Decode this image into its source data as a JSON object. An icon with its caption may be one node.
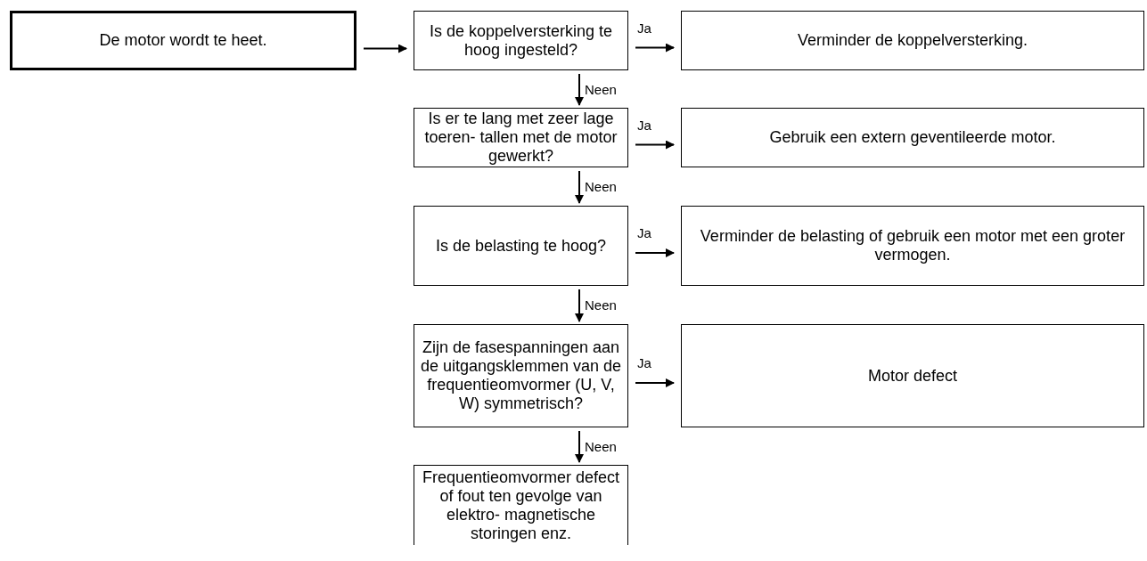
{
  "diagram": {
    "nodes": [
      {
        "text": [
          "De motor wordt te heet."
        ]
      },
      {
        "text": [
          "Is de koppelversterking te hoog ingesteld?"
        ]
      },
      {
        "text": [
          "Verminder de koppelversterking."
        ]
      },
      {
        "text": [
          "Is er te lang met zeer lage toeren- tallen met de motor gewerkt?"
        ]
      },
      {
        "text": [
          "Gebruik een extern geventileerde motor."
        ]
      },
      {
        "text": [
          "Is de belasting te hoog?"
        ]
      },
      {
        "text": [
          "Verminder de belasting of gebruik een motor met een groter vermogen."
        ]
      },
      {
        "text": [
          "Zijn de fasespanningen aan de uitgangsklemmen van de frequentieomvormer (U, V, W) symmetrisch?"
        ]
      },
      {
        "text": [
          "Motor defect"
        ]
      },
      {
        "text": [
          "Frequentieomvormer defect of fout ten gevolge van elektro- magnetische storingen enz."
        ]
      }
    ],
    "edges": [
      {
        "from": 0,
        "to": 1,
        "arrow": "to"
      },
      {
        "from": 1,
        "to": 2,
        "arrow": "to",
        "label": "Ja"
      },
      {
        "from": 1,
        "to": 3,
        "arrow": "to",
        "label": "Neen"
      },
      {
        "from": 3,
        "to": 4,
        "arrow": "to",
        "label": "Ja"
      },
      {
        "from": 3,
        "to": 5,
        "arrow": "to",
        "label": "Neen"
      },
      {
        "from": 5,
        "to": 6,
        "arrow": "to",
        "label": "Ja"
      },
      {
        "from": 5,
        "to": 7,
        "arrow": "to",
        "label": "Neen"
      },
      {
        "from": 7,
        "to": 8,
        "arrow": "to",
        "label": "Ja"
      },
      {
        "from": 7,
        "to": 9,
        "arrow": "to",
        "label": "Neen"
      }
    ]
  }
}
